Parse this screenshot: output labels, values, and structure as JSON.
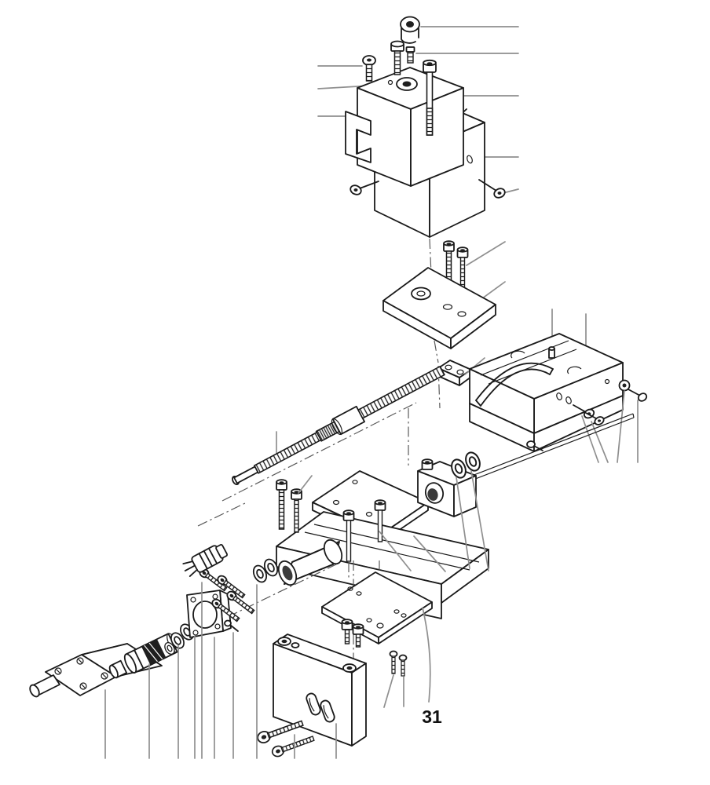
{
  "figure": {
    "type": "exploded-parts-diagram",
    "description": "Exploded view technical illustration of a machine slide assembly with motor drive",
    "callout": {
      "label": "31"
    },
    "colors": {
      "background": "#ffffff",
      "part_line": "#1a1a1a",
      "leader_line": "#8f8f8f",
      "centerline": "#5a5a5a",
      "dark_fill": "#1f1f1f"
    },
    "parts": [
      "thumb-screw",
      "set-screw",
      "hex-screw",
      "pan-head-screw",
      "socket-head-bolt",
      "top-washer",
      "tool-post-block",
      "clamp-bracket",
      "main-block",
      "side-screws",
      "cap-screws",
      "mounting-plate",
      "gib-clamp",
      "top-slide",
      "curved-gib",
      "guide-pin",
      "adjusting-rod",
      "set-screws",
      "washer-and-screw",
      "lead-screw",
      "thrust-collar",
      "cover-plate",
      "saddle",
      "bearing-block",
      "bearing-rings",
      "nut-housing",
      "spacer-rings",
      "power-plug",
      "motor-flange",
      "flange-bolts",
      "washers",
      "shaft-coupling",
      "stepper-motor",
      "base-plate",
      "support-block",
      "socket-bolts"
    ]
  }
}
